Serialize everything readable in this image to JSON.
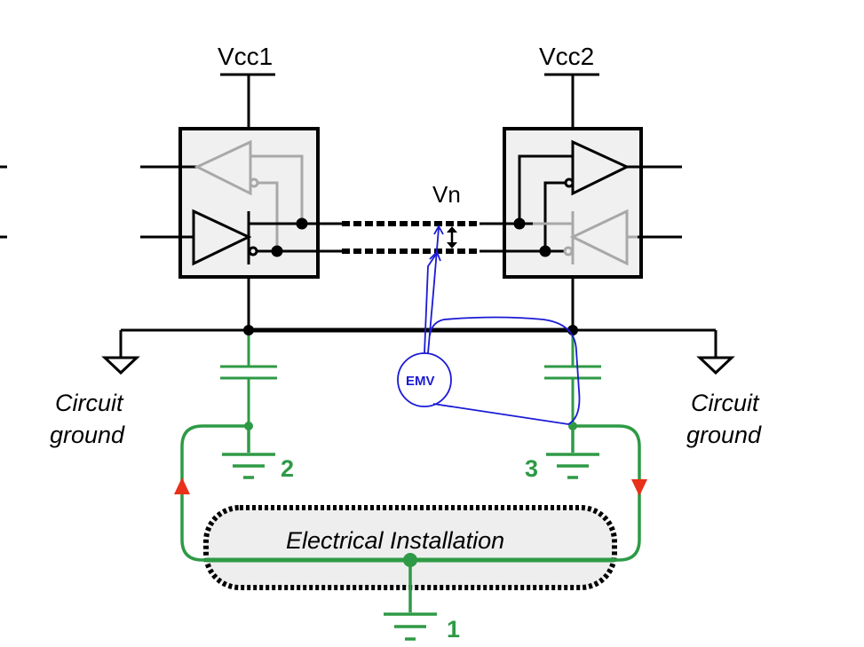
{
  "labels": {
    "vcc1": "Vcc1",
    "vcc2": "Vcc2",
    "vn": "Vn",
    "circuit_ground_left_line1": "Circuit",
    "circuit_ground_left_line2": "ground",
    "circuit_ground_right_line1": "Circuit",
    "circuit_ground_right_line2": "ground",
    "node_1": "1",
    "node_2": "2",
    "node_3": "3",
    "electrical_installation": "Electrical Installation",
    "emv": "EMV"
  },
  "colors": {
    "wire": "#000000",
    "ground_loop": "#2e9a45",
    "current_arrow": "#e8301a",
    "disturbance": "#1a1ad6",
    "inactive_buffer": "#a8a8a8",
    "module_fill": "#f0f0f0",
    "installation_fill": "#eeeeee"
  }
}
